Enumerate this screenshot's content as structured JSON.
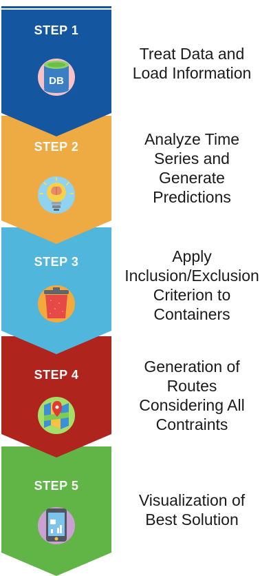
{
  "steps": [
    {
      "label": "STEP 1",
      "color": "#1556a0",
      "icon": "database-icon",
      "icon_text": "DB",
      "description": [
        "Treat Data and",
        "Load Information"
      ]
    },
    {
      "label": "STEP 2",
      "color": "#eeaa43",
      "icon": "lightbulb-brain-icon",
      "description": [
        "Analyze Time",
        "Series and",
        "Generate",
        "Predictions"
      ]
    },
    {
      "label": "STEP 3",
      "color": "#50b6dc",
      "icon": "trash-container-icon",
      "description": [
        "Apply",
        "Inclusion/Exclusion",
        "Criterion to",
        "Containers"
      ]
    },
    {
      "label": "STEP 4",
      "color": "#b0241e",
      "icon": "map-pin-icon",
      "description": [
        "Generation of",
        "Routes",
        "Considering All",
        "Contraints"
      ]
    },
    {
      "label": "STEP 5",
      "color": "#61b547",
      "icon": "mobile-chart-icon",
      "description": [
        "Visualization of",
        "Best Solution"
      ]
    }
  ],
  "top_rule_color": "#1556a0"
}
